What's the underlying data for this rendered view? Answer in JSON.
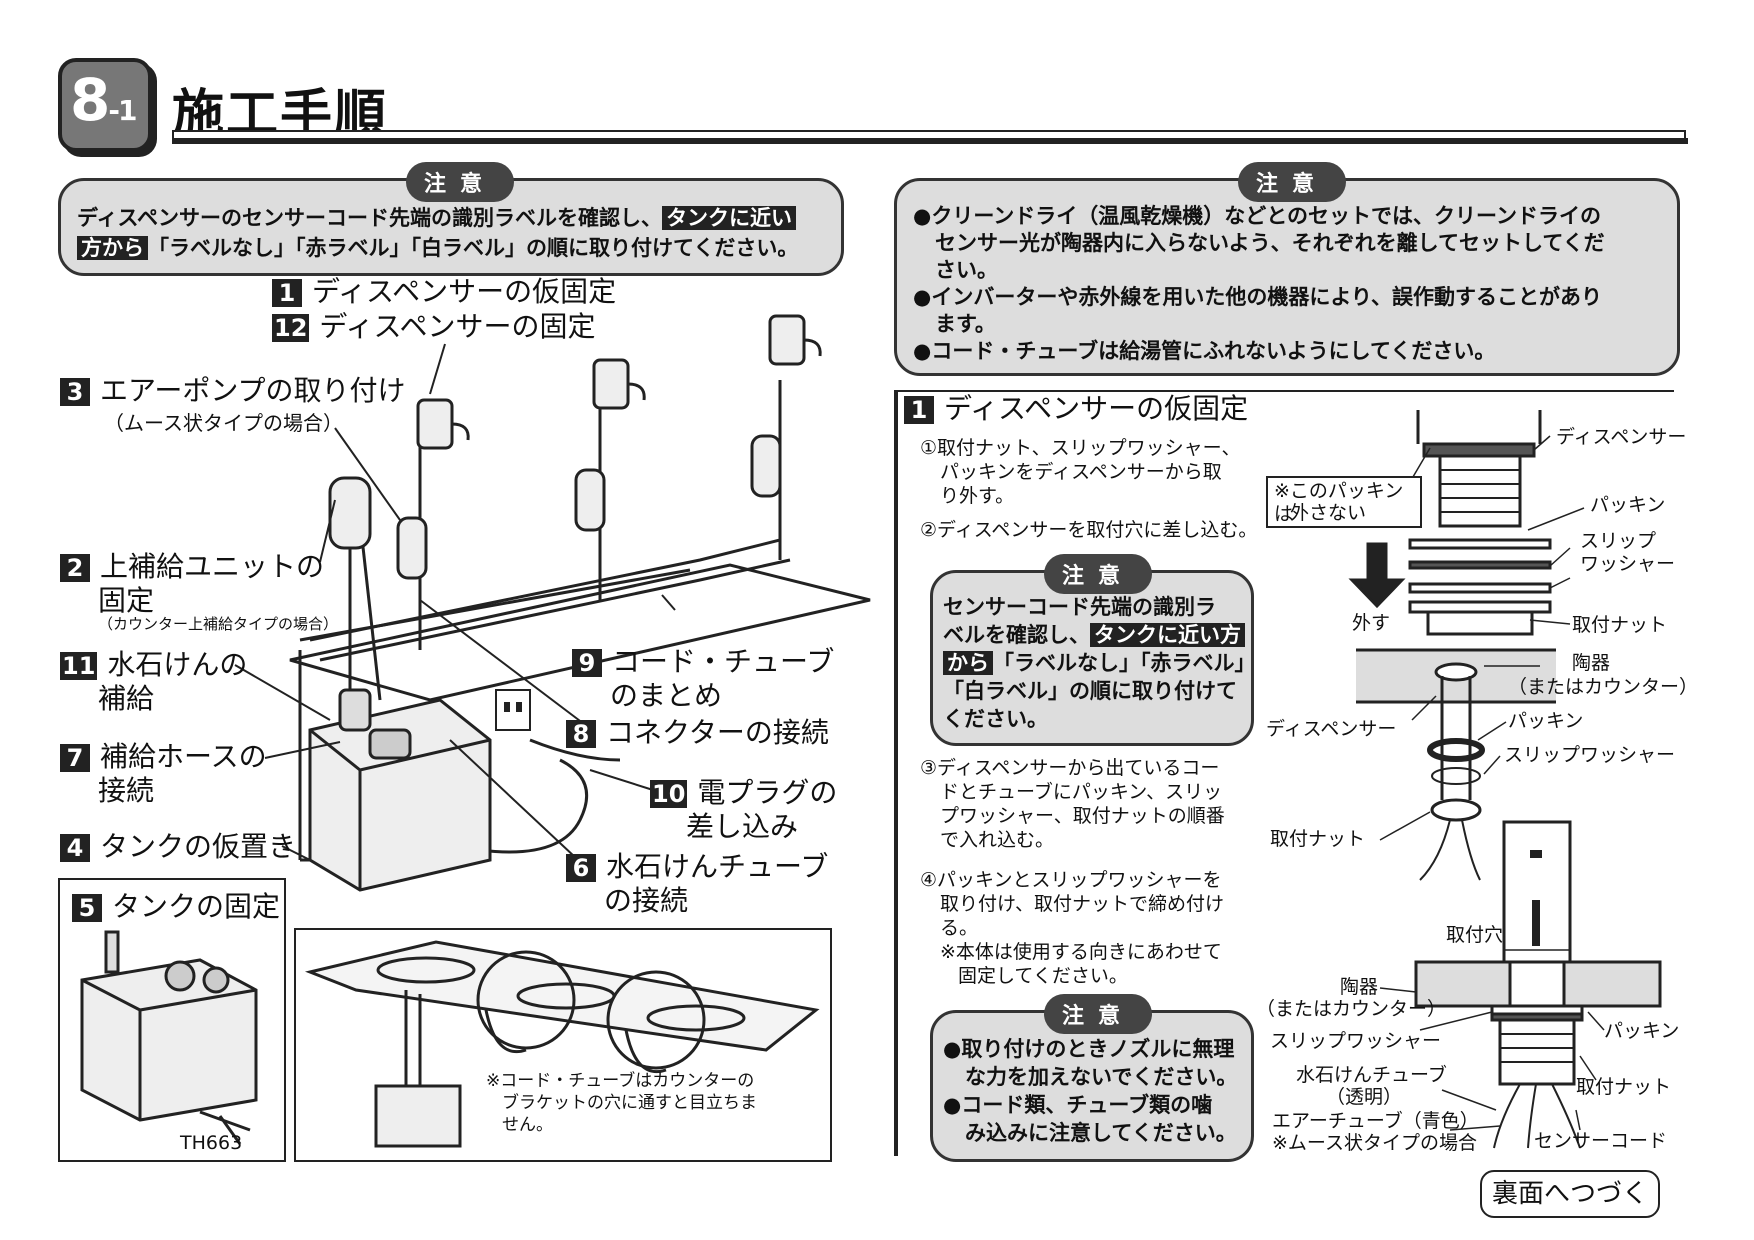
{
  "header": {
    "badge_main": "8",
    "badge_sub": "-1",
    "title": "施工手順"
  },
  "left_caution": {
    "tag": "注意",
    "line1_a": "ディスペンサーのセンサーコード先端の識別ラベルを確認し、",
    "line1_hl": "タンクに近い",
    "line2_hl": "方から",
    "line2_b": "「ラベルなし」「赤ラベル」「白ラベル」の順に取り付けてください。"
  },
  "steps": {
    "s1": {
      "num": "1",
      "label": "ディスペンサーの仮固定"
    },
    "s12": {
      "num": "12",
      "label": "ディスペンサーの固定"
    },
    "s3": {
      "num": "3",
      "label": "エアーポンプの取り付け",
      "sub": "（ムース状タイプの場合）"
    },
    "s2": {
      "num": "2",
      "label1": "上補給ユニットの",
      "label2": "固定",
      "sub": "（カウンター上補給タイプの場合）"
    },
    "s11": {
      "num": "11",
      "label1": "水石けんの",
      "label2": "補給"
    },
    "s7": {
      "num": "7",
      "label1": "補給ホースの",
      "label2": "接続"
    },
    "s4": {
      "num": "4",
      "label": "タンクの仮置き"
    },
    "s9": {
      "num": "9",
      "label1": "コード・チューブ",
      "label2": "のまとめ"
    },
    "s8": {
      "num": "8",
      "label": "コネクターの接続"
    },
    "s10": {
      "num": "10",
      "label1": "電プラグの",
      "label2": "差し込み"
    },
    "s6": {
      "num": "6",
      "label1": "水石けんチューブ",
      "label2": "の接続"
    }
  },
  "inset_tank": {
    "num": "5",
    "label": "タンクの固定",
    "model": "TH663"
  },
  "inset_counter": {
    "note1": "※コード・チューブはカウンターの",
    "note2": "ブラケットの穴に通すと目立ちま",
    "note3": "せん。"
  },
  "right_caution": {
    "tag": "注意",
    "b1_1": "●クリーンドライ（温風乾燥機）などとのセットでは、クリーンドライの",
    "b1_2": "センサー光が陶器内に入らないよう、それぞれを離してセットしてくだ",
    "b1_3": "さい。",
    "b2_1": "●インバーターや赤外線を用いた他の機器により、誤作動することがあり",
    "b2_2": "ます。",
    "b3": "●コード・チューブは給湯管にふれないようにしてください。"
  },
  "section1": {
    "num": "1",
    "title": "ディスペンサーの仮固定",
    "p1_1": "①取付ナット、スリップワッシャー、",
    "p1_2": "パッキンをディスペンサーから取",
    "p1_3": "り外す。",
    "p2": "②ディスペンサーを取付穴に差し込む。",
    "p3_1": "③ディスペンサーから出ているコー",
    "p3_2": "ドとチューブにパッキン、スリッ",
    "p3_3": "プワッシャー、取付ナットの順番",
    "p3_4": "で入れ込む。",
    "p4_1": "④パッキンとスリップワッシャーを",
    "p4_2": "取り付け、取付ナットで締め付け",
    "p4_3": "る。",
    "p4_4": "※本体は使用する向きにあわせて",
    "p4_5": "固定してください。"
  },
  "caution_mid": {
    "tag": "注意",
    "l1": "センサーコード先端の識別ラ",
    "l2_a": "ベルを確認し、",
    "l2_hl": "タンクに近い方",
    "l3_hl": "から",
    "l3_b": "「ラベルなし」「赤ラベル」",
    "l4": "「白ラベル」の順に取り付けて",
    "l5": "ください。"
  },
  "caution_low": {
    "tag": "注意",
    "l1": "●取り付けのときノズルに無理",
    "l2": "な力を加えないでください。",
    "l3": "●コード類、チューブ類の噛",
    "l4": "み込みに注意してください。"
  },
  "diagram_labels": {
    "dispenser_top": "ディスペンサー",
    "keep_note1": "※このパッキンは",
    "keep_note2": "外さない",
    "packing_top": "パッキン",
    "slip1": "スリップ",
    "slip2": "ワッシャー",
    "remove": "外す",
    "nut_top": "取付ナット",
    "ceramic_mid1": "陶器",
    "ceramic_mid2": "（またはカウンター）",
    "dispenser_mid": "ディスペンサー",
    "packing_mid": "パッキン",
    "slip_mid": "スリップワッシャー",
    "nut_mid": "取付ナット",
    "hole": "取付穴",
    "ceramic_low1": "陶器",
    "ceramic_low2": "（またはカウンター）",
    "slip_low": "スリップワッシャー",
    "packing_low": "パッキン",
    "soap_tube1": "水石けんチューブ",
    "soap_tube2": "（透明）",
    "nut_low": "取付ナット",
    "air_tube1": "エアーチューブ（青色）",
    "air_tube2": "※ムース状タイプの場合",
    "sensor_cord": "センサーコード"
  },
  "footer": {
    "continue": "裏面へつづく"
  }
}
